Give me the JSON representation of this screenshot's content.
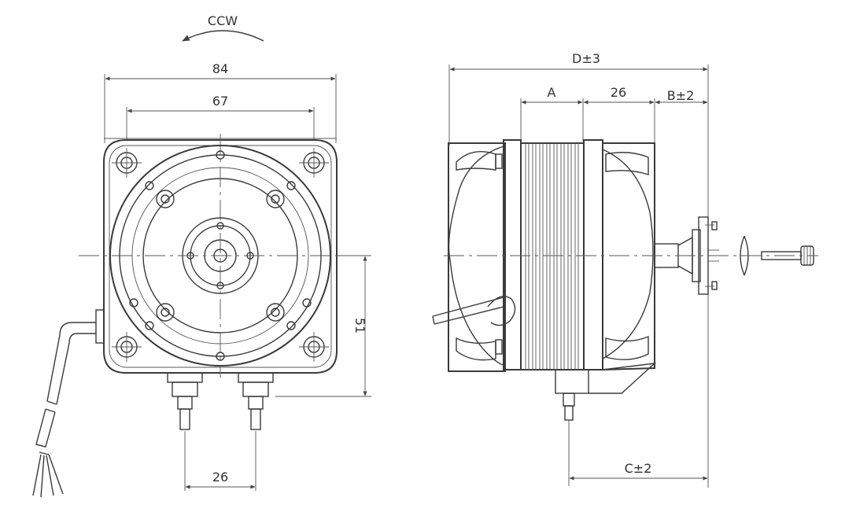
{
  "front_view": {
    "rotation_label": "CCW",
    "width_outer": "84",
    "width_mount": "67",
    "height_label": "51",
    "terminal_spacing": "26"
  },
  "side_view": {
    "overall_length": "D±3",
    "stator_length": "A",
    "rear_length": "26",
    "shaft_length": "B±2",
    "lead_position": "C±2"
  },
  "colors": {
    "line": "#3a3a3a",
    "dimension": "#555555",
    "background": "#ffffff"
  }
}
